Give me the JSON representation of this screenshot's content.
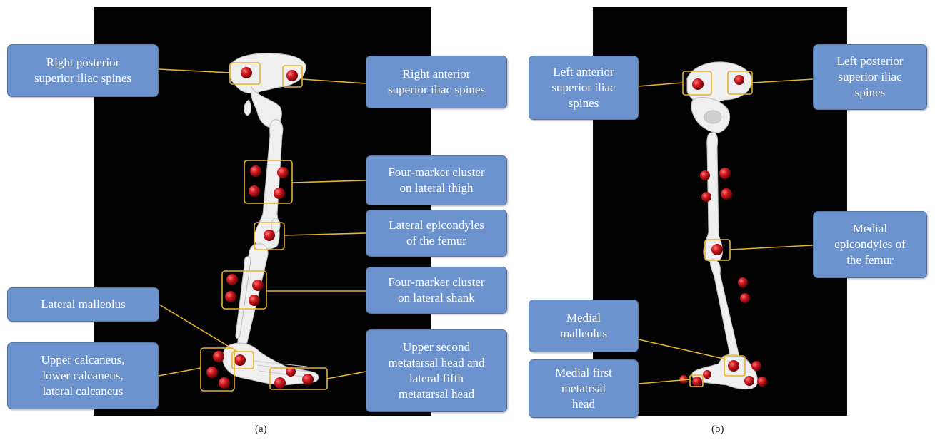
{
  "panel_a": {
    "caption": "(a)",
    "labels": {
      "right_psis": "Right posterior\nsuperior iliac spines",
      "right_asis": "Right anterior\nsuperior iliac spines",
      "thigh_cluster": "Four-marker cluster\non lateral thigh",
      "lateral_epicondyle": "Lateral epicondyles\nof the femur",
      "shank_cluster": "Four-marker cluster\non lateral shank",
      "lateral_malleolus": "Lateral malleolus",
      "calcaneus": "Upper calcaneus,\nlower calcaneus,\nlateral calcaneus",
      "metatarsal": "Upper second\nmetatarsal head and\nlateral fifth\nmetatarsal head"
    }
  },
  "panel_b": {
    "caption": "(b)",
    "labels": {
      "left_asis": "Left anterior\nsuperior iliac\nspines",
      "left_psis": "Left posterior\nsuperior iliac\nspines",
      "medial_epicondyle": "Medial\nepicondyles of\nthe femur",
      "medial_malleolus": "Medial\nmalleolus",
      "first_metatarsal": "Medial first\nmetatrsal\nhead"
    }
  },
  "colors": {
    "label_fill": "#6d93cf",
    "leader_line": "#e7b32c",
    "marker": "#c0151c",
    "bone": "#efefef",
    "background": "#020202"
  }
}
